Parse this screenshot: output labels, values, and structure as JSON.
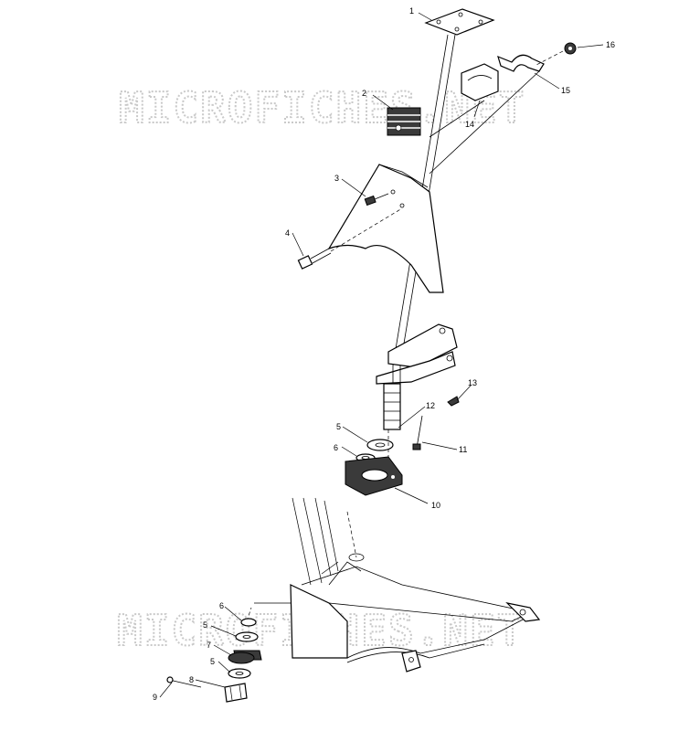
{
  "watermark": "MICROFICHES.NET",
  "callouts": [
    {
      "id": "c1",
      "label": "1"
    },
    {
      "id": "c2",
      "label": "2"
    },
    {
      "id": "c3",
      "label": "3"
    },
    {
      "id": "c4",
      "label": "4"
    },
    {
      "id": "c5a",
      "label": "5"
    },
    {
      "id": "c6a",
      "label": "6"
    },
    {
      "id": "c10",
      "label": "10"
    },
    {
      "id": "c11",
      "label": "11"
    },
    {
      "id": "c12",
      "label": "12"
    },
    {
      "id": "c13",
      "label": "13"
    },
    {
      "id": "c14",
      "label": "14"
    },
    {
      "id": "c15",
      "label": "15"
    },
    {
      "id": "c16",
      "label": "16"
    },
    {
      "id": "c6b",
      "label": "6"
    },
    {
      "id": "c5b",
      "label": "5"
    },
    {
      "id": "c7",
      "label": "7"
    },
    {
      "id": "c5c",
      "label": "5"
    },
    {
      "id": "c8",
      "label": "8"
    },
    {
      "id": "c9",
      "label": "9"
    }
  ]
}
